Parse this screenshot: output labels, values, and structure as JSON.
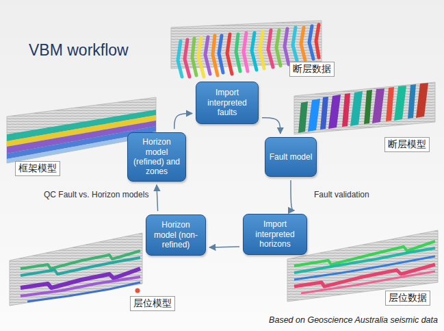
{
  "diagram": {
    "title": "VBM workflow",
    "caption": "Based on Geoscience Australia seismic data",
    "nodes": [
      {
        "text": [
          "Import interpreted faults"
        ]
      },
      {
        "text": [
          "Fault model"
        ]
      },
      {
        "text": [
          "Import interpreted horizons"
        ]
      },
      {
        "text": [
          "Horizon model (non-refined)"
        ]
      },
      {
        "text": [
          "Horizon model (refined) and zones"
        ]
      }
    ],
    "edges": [
      {
        "from": 0,
        "to": 1,
        "arrow": "to"
      },
      {
        "from": 1,
        "to": 2,
        "label": "Fault validation",
        "arrow": "to"
      },
      {
        "from": 2,
        "to": 3,
        "arrow": "to"
      },
      {
        "from": 3,
        "to": 4,
        "label": "QC Fault vs. Horizon models",
        "arrow": "to"
      },
      {
        "from": 4,
        "to": 0,
        "arrow": "to"
      }
    ],
    "labels": [
      "断层数据",
      "断层模型",
      "框架模型",
      "层位模型",
      "层位数据"
    ]
  }
}
